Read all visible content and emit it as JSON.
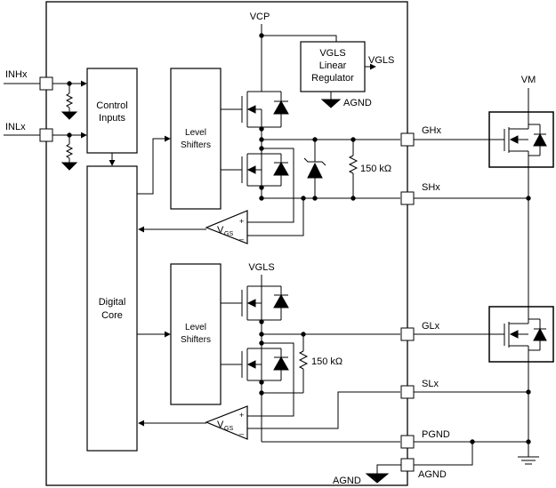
{
  "pins": {
    "inh": "INHx",
    "inl": "INLx",
    "vcp": "VCP",
    "vgls_out": "VGLS",
    "vgls_top": "VGLS",
    "agnd_reg": "AGND",
    "vm": "VM",
    "ghx": "GHx",
    "shx": "SHx",
    "glx": "GLx",
    "slx": "SLx",
    "pgnd": "PGND",
    "agnd_pin": "AGND",
    "agnd_bottom": "AGND"
  },
  "blocks": {
    "control_inputs": [
      "Control",
      "Inputs"
    ],
    "digital_core": [
      "Digital",
      "Core"
    ],
    "level_shifters_high": [
      "Level",
      "Shifters"
    ],
    "level_shifters_low": [
      "Level",
      "Shifters"
    ],
    "regulator": [
      "VGLS",
      "Linear",
      "Regulator"
    ]
  },
  "resistors": {
    "high": "150 kΩ",
    "low": "150 kΩ"
  },
  "amplifiers": {
    "main": "V",
    "sub": "GS",
    "plus": "+",
    "minus": "_"
  }
}
